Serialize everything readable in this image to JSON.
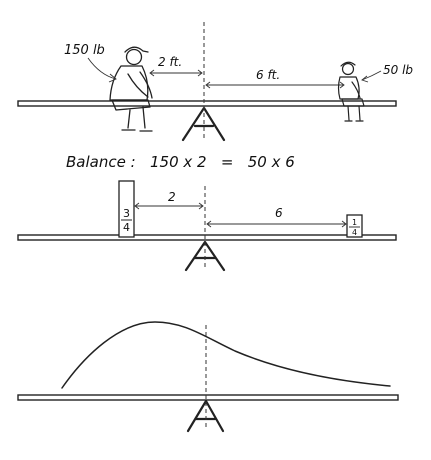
{
  "panel1": {
    "left_weight": "150 lb",
    "right_weight": "50 lb",
    "left_distance": "2 ft.",
    "right_distance": "6 ft."
  },
  "balance": {
    "prefix": "Balance :",
    "expression": "150 x 2   =   50 x 6"
  },
  "panel2": {
    "left_distance": "2",
    "right_distance": "6",
    "left_fraction": {
      "numerator": "3",
      "denominator": "4"
    },
    "right_fraction": {
      "numerator": "1",
      "denominator": "4"
    }
  },
  "panel3": {}
}
